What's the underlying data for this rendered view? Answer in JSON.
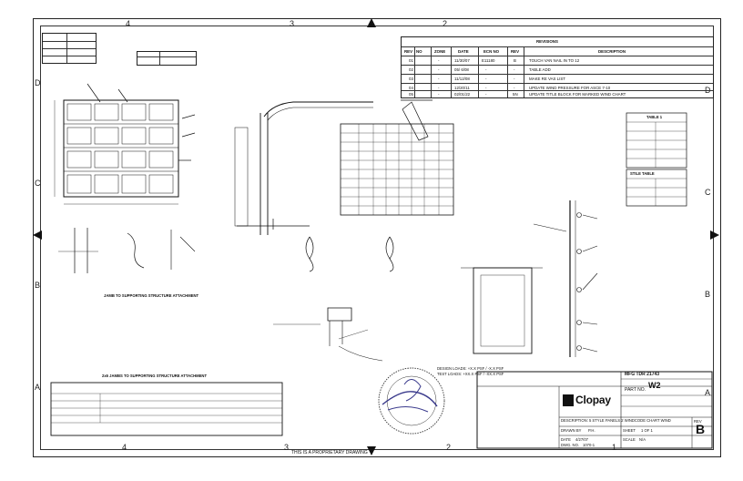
{
  "zones": {
    "top": [
      "4",
      "3",
      "2"
    ],
    "bottom": [
      "4",
      "3",
      "2",
      "1"
    ],
    "left": [
      "D",
      "C",
      "B",
      "A"
    ],
    "right": [
      "D",
      "C",
      "B",
      "A"
    ]
  },
  "revisions": {
    "title": "REVISIONS",
    "headers": [
      "REV",
      "NO",
      "ZONE",
      "DATE",
      "ECN NO",
      "REV",
      "DESCRIPTION"
    ],
    "rows": [
      {
        "rev": "01",
        "zone": "-",
        "date": "11/30/07",
        "ecn": "E11180",
        "rev2": "B",
        "desc": "TOUCH VAN NAIL IN TO 12"
      },
      {
        "rev": "02",
        "zone": "-",
        "date": "05/ 6/08",
        "ecn": "-",
        "rev2": "-",
        "desc": "TABLE ADD"
      },
      {
        "rev": "03",
        "zone": "-",
        "date": "11/12/08",
        "ecn": "-",
        "rev2": "-",
        "desc": "MAKE RE VAS LIST"
      },
      {
        "rev": "04",
        "zone": "-",
        "date": "12/20/11",
        "ecn": "-",
        "rev2": "-",
        "desc": "UPDATE WIND PRESSURE FOR ASCE 7-10"
      },
      {
        "rev": "05",
        "zone": "-",
        "date": "02/01/22",
        "ecn": "-",
        "rev2": "5N",
        "desc": "UPDATE TITLE BLOCK FOR MARKED WIND CHART"
      }
    ]
  },
  "callouts": {
    "jamb_title": "JAMB TO SUPPORTING STRUCTURE ATTACHMENT",
    "jamb_2x_title": "2x6 JAMBS TO SUPPORTING STRUCTURE ATTACHMENT",
    "table_title": "TABLE 1",
    "stile_table": "STILE TABLE",
    "design_loads": "DESIGN LOADS: +X.X PSF / -X.X PSF",
    "test_note": "TEST LOADS: +XX.X PSF / -XX.X PSF"
  },
  "title_block": {
    "company": "Clopay",
    "part_no_label": "PART NO.",
    "part_no": "W2",
    "drawing_no": "MFG TDR 21743",
    "rev_label": "REV",
    "rev_value": "B",
    "scale_label": "SCALE",
    "scale_value": "N/A",
    "sheet_label": "SHEET",
    "sheet_value": "1 OF 1",
    "date_label": "DATE",
    "date_value": "4/27/07",
    "drawn_label": "DRAWN BY",
    "drawn_value": "P.H.",
    "description": "DESCRIPTION: 5 STYLE PANELS 2 WINDCODE CHART WIND",
    "dwg_no_label": "DWG. NO.",
    "dwg_no_value": "1070-1"
  },
  "footer_note": "THIS IS A PROPRIETARY DRAWING",
  "colors": {
    "ink": "#111111",
    "paper": "#ffffff",
    "stamp": "#3a3a8c"
  }
}
